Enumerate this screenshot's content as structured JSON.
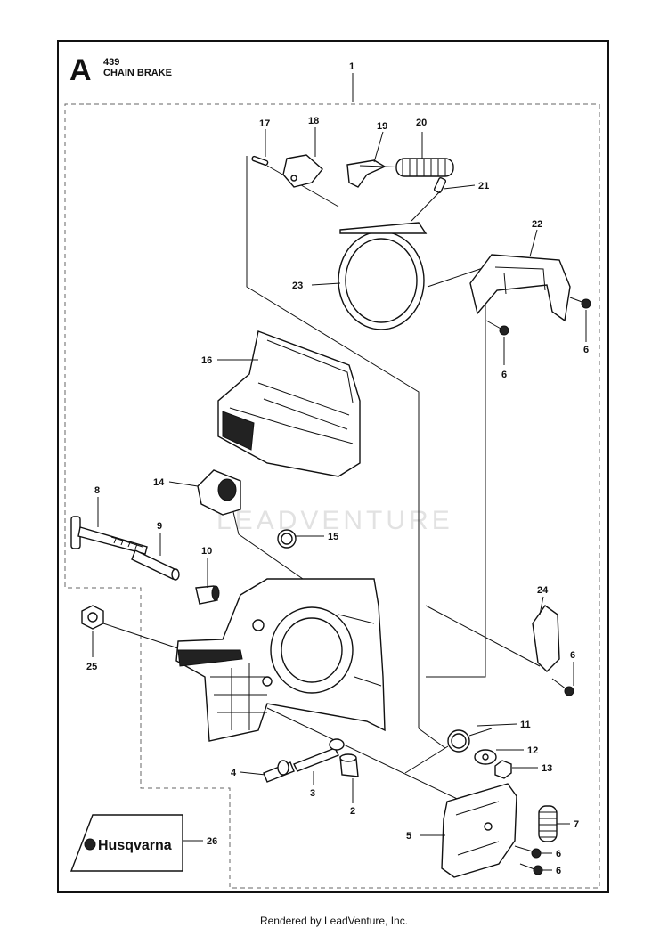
{
  "header": {
    "section_letter": "A",
    "model": "439",
    "title": "CHAIN BRAKE"
  },
  "watermark": "LEADVENTURE",
  "logo_text": "Husqvarna",
  "footer": "Rendered by LeadVenture, Inc.",
  "callouts": [
    {
      "id": "c1",
      "label": "1"
    },
    {
      "id": "c2",
      "label": "2"
    },
    {
      "id": "c3",
      "label": "3"
    },
    {
      "id": "c4",
      "label": "4"
    },
    {
      "id": "c5",
      "label": "5"
    },
    {
      "id": "c6a",
      "label": "6"
    },
    {
      "id": "c6b",
      "label": "6"
    },
    {
      "id": "c6c",
      "label": "6"
    },
    {
      "id": "c6d",
      "label": "6"
    },
    {
      "id": "c6e",
      "label": "6"
    },
    {
      "id": "c7",
      "label": "7"
    },
    {
      "id": "c8",
      "label": "8"
    },
    {
      "id": "c9",
      "label": "9"
    },
    {
      "id": "c10",
      "label": "10"
    },
    {
      "id": "c11",
      "label": "11"
    },
    {
      "id": "c12",
      "label": "12"
    },
    {
      "id": "c13",
      "label": "13"
    },
    {
      "id": "c14",
      "label": "14"
    },
    {
      "id": "c15",
      "label": "15"
    },
    {
      "id": "c16",
      "label": "16"
    },
    {
      "id": "c17",
      "label": "17"
    },
    {
      "id": "c18",
      "label": "18"
    },
    {
      "id": "c19",
      "label": "19"
    },
    {
      "id": "c20",
      "label": "20"
    },
    {
      "id": "c21",
      "label": "21"
    },
    {
      "id": "c22",
      "label": "22"
    },
    {
      "id": "c23",
      "label": "23"
    },
    {
      "id": "c24",
      "label": "24"
    },
    {
      "id": "c25",
      "label": "25"
    },
    {
      "id": "c26",
      "label": "26"
    }
  ]
}
